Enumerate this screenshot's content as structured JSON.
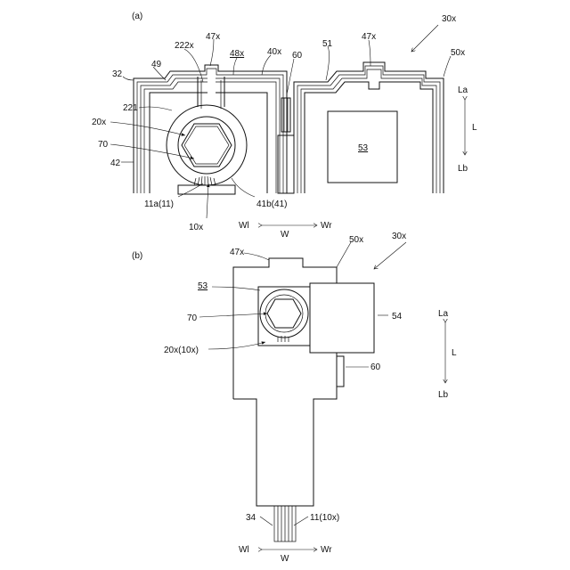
{
  "panel_a": {
    "caption": "(a)",
    "labels": {
      "l_30x": "30x",
      "l_50x": "50x",
      "l_47x_left": "47x",
      "l_47x_right": "47x",
      "l_222x": "222x",
      "l_48x": "48x",
      "l_40x": "40x",
      "l_60": "60",
      "l_51": "51",
      "l_32": "32",
      "l_49": "49",
      "l_221": "221",
      "l_20x": "20x",
      "l_70": "70",
      "l_42": "42",
      "l_53": "53",
      "l_11a": "11a(11)",
      "l_41b": "41b(41)",
      "l_10x": "10x"
    },
    "direction_lr": {
      "left": "Wl",
      "center": "W",
      "right": "Wr"
    },
    "direction_ud": {
      "top": "La",
      "center": "L",
      "bottom": "Lb"
    }
  },
  "panel_b": {
    "caption": "(b)",
    "labels": {
      "l_30x": "30x",
      "l_50x": "50x",
      "l_47x": "47x",
      "l_53": "53",
      "l_54": "54",
      "l_70": "70",
      "l_20x": "20x(10x)",
      "l_60": "60",
      "l_34": "34",
      "l_11": "11(10x)"
    },
    "direction_lr": {
      "left": "Wl",
      "center": "W",
      "right": "Wr"
    },
    "direction_ud": {
      "top": "La",
      "center": "L",
      "bottom": "Lb"
    }
  }
}
